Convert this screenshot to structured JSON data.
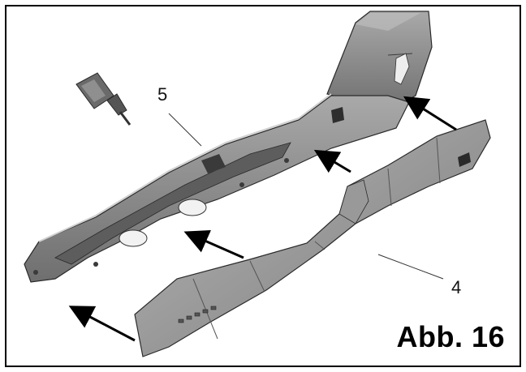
{
  "figure": {
    "label": "Abb. 16",
    "callouts": [
      {
        "id": "5",
        "text": "5"
      },
      {
        "id": "4",
        "text": "4"
      }
    ],
    "colors": {
      "part_fill": "#8c8c8c",
      "part_dark": "#5e5e5e",
      "part_light": "#b6b6b6",
      "line": "#2a2a2a",
      "arrow": "#000000"
    }
  }
}
